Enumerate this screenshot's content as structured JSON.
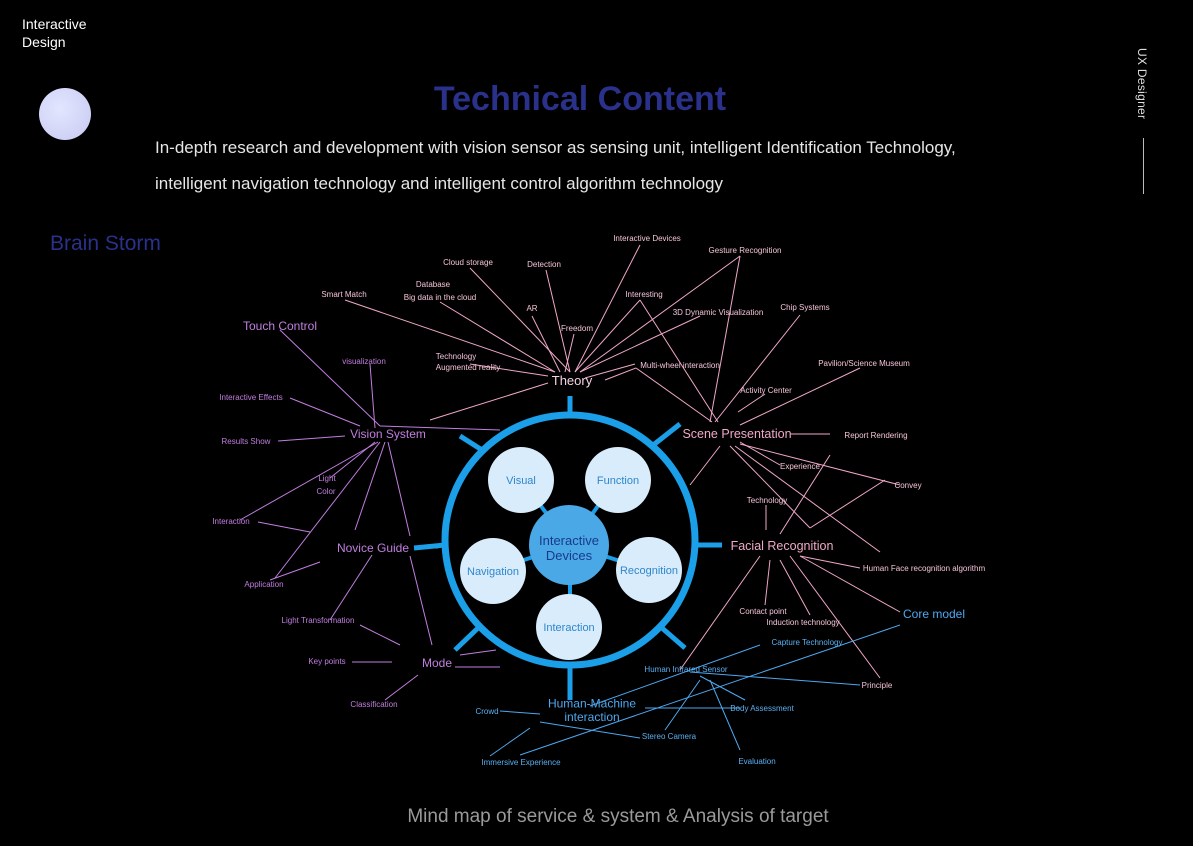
{
  "brand": {
    "line1": "Interactive",
    "line2": "Design"
  },
  "side_label": "UX Designer",
  "title": "Technical Content",
  "description": {
    "line1": "In-depth research and development with vision sensor as sensing unit, intelligent Identification Technology,",
    "line2": "intelligent navigation technology and intelligent control algorithm technology"
  },
  "section_label": "Brain Storm",
  "caption": "Mind map of service & system & Analysis of target",
  "colors": {
    "accent": "#2a318a",
    "ring": "#1a9fe8",
    "pink": "#f0a8c8",
    "purple": "#b97ae0",
    "blue": "#4da8f0"
  },
  "diagram": {
    "center": "Interactive\nDevices",
    "inner": [
      "Visual",
      "Function",
      "Recognition",
      "Interaction",
      "Navigation"
    ],
    "branches": [
      "Theory",
      "Scene Presentation",
      "Facial Recognition",
      "Core model",
      "Human-Machine\ninteraction",
      "Mode",
      "Novice Guide",
      "Vision System",
      "Touch Control"
    ],
    "leaves": {
      "theory": [
        "Cloud storage",
        "Detection",
        "Interactive Devices",
        "Gesture Recognition",
        "Smart Match",
        "Database",
        "Big data in the cloud",
        "AR",
        "Freedom",
        "Interesting",
        "3D Dynamic Visualization",
        "Technology",
        "Augmented reality",
        "Multi-wheel interaction",
        "Chip Systems"
      ],
      "scene": [
        "Pavilion/Science Museum",
        "Activity Center",
        "Report Rendering",
        "Experience",
        "Convey",
        "Technology"
      ],
      "facial": [
        "Human Face recognition algorithm",
        "Contact point",
        "Induction technology",
        "Principle"
      ],
      "hmi": [
        "Capture Technology",
        "Human Infrared Sensor",
        "Body Assessment",
        "Crowd",
        "Stereo Camera",
        "Immersive Experience",
        "Evaluation"
      ],
      "vision": [
        "visualization",
        "Interactive Effects",
        "Results Show",
        "Light",
        "Color",
        "Interaction",
        "Application"
      ],
      "mode": [
        "Light Transformation",
        "Key points",
        "Classification"
      ]
    }
  }
}
